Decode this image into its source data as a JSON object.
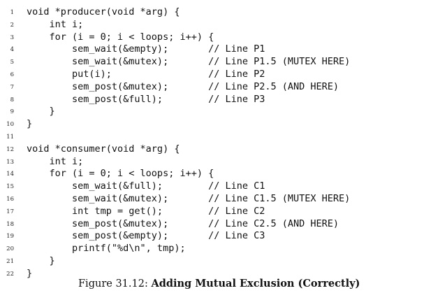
{
  "listing": {
    "lines": [
      {
        "number": "1",
        "text": "void *producer(void *arg) {"
      },
      {
        "number": "2",
        "text": "    int i;"
      },
      {
        "number": "3",
        "text": "    for (i = 0; i < loops; i++) {"
      },
      {
        "number": "4",
        "text": "        sem_wait(&empty);       // Line P1"
      },
      {
        "number": "5",
        "text": "        sem_wait(&mutex);       // Line P1.5 (MUTEX HERE)"
      },
      {
        "number": "6",
        "text": "        put(i);                 // Line P2"
      },
      {
        "number": "7",
        "text": "        sem_post(&mutex);       // Line P2.5 (AND HERE)"
      },
      {
        "number": "8",
        "text": "        sem_post(&full);        // Line P3"
      },
      {
        "number": "9",
        "text": "    }"
      },
      {
        "number": "10",
        "text": "}"
      },
      {
        "number": "11",
        "text": ""
      },
      {
        "number": "12",
        "text": "void *consumer(void *arg) {"
      },
      {
        "number": "13",
        "text": "    int i;"
      },
      {
        "number": "14",
        "text": "    for (i = 0; i < loops; i++) {"
      },
      {
        "number": "15",
        "text": "        sem_wait(&full);        // Line C1"
      },
      {
        "number": "16",
        "text": "        sem_wait(&mutex);       // Line C1.5 (MUTEX HERE)"
      },
      {
        "number": "17",
        "text": "        int tmp = get();        // Line C2"
      },
      {
        "number": "18",
        "text": "        sem_post(&mutex);       // Line C2.5 (AND HERE)"
      },
      {
        "number": "19",
        "text": "        sem_post(&empty);       // Line C3"
      },
      {
        "number": "20",
        "text": "        printf(\"%d\\n\", tmp);"
      },
      {
        "number": "21",
        "text": "    }"
      },
      {
        "number": "22",
        "text": "}"
      }
    ]
  },
  "caption": {
    "figure_label": "Figure 31.12:",
    "title": "Adding Mutual Exclusion (Correctly)"
  }
}
